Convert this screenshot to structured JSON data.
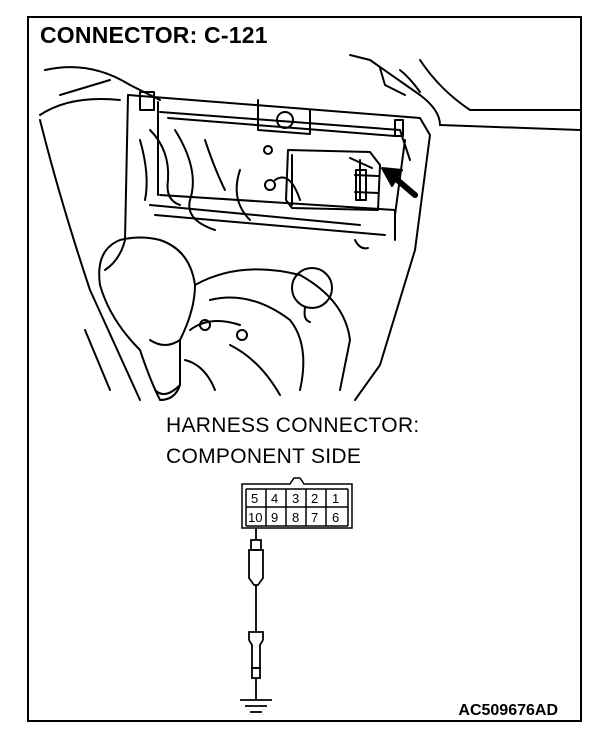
{
  "title": "CONNECTOR: C-121",
  "label": {
    "line1": "HARNESS CONNECTOR:",
    "line2": "COMPONENT SIDE"
  },
  "connector": {
    "top_row": [
      "5",
      "4",
      "3",
      "2",
      "1"
    ],
    "bottom_row": [
      "10",
      "9",
      "8",
      "7",
      "6"
    ]
  },
  "figure_code": "AC509676AD"
}
